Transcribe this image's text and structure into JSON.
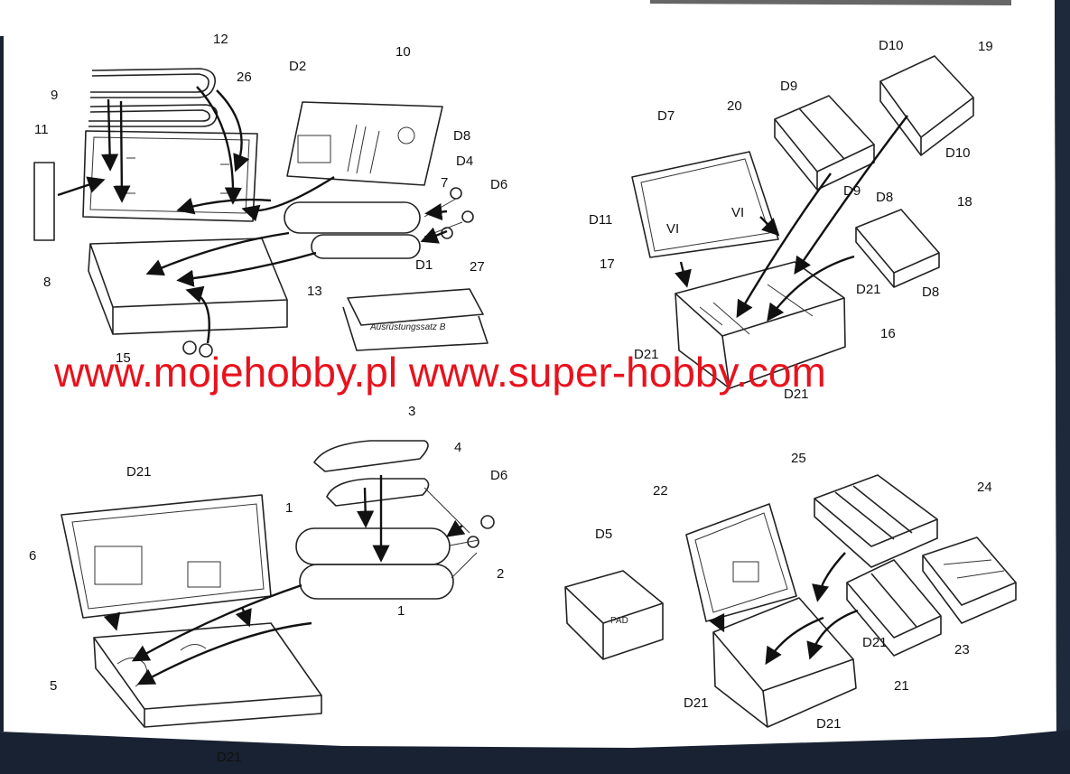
{
  "watermark": "www.mojehobby.pl www.super-hobby.com",
  "labels": {
    "tl": [
      "12",
      "26",
      "9",
      "11",
      "D2",
      "10",
      "D8",
      "D4",
      "D6",
      "7",
      "27",
      "8",
      "13",
      "D1",
      "15"
    ],
    "tr": [
      "D10",
      "19",
      "D9",
      "20",
      "D7",
      "D10",
      "D9",
      "D8",
      "18",
      "D11",
      "VI",
      "VI",
      "17",
      "D21",
      "D8",
      "16",
      "D21",
      "D21"
    ],
    "bl": [
      "3",
      "4",
      "D6",
      "D21",
      "1",
      "6",
      "2",
      "1",
      "5",
      "D21"
    ],
    "br": [
      "25",
      "22",
      "24",
      "D5",
      "D21",
      "23",
      "D21",
      "21",
      "D21",
      "PAD"
    ]
  }
}
